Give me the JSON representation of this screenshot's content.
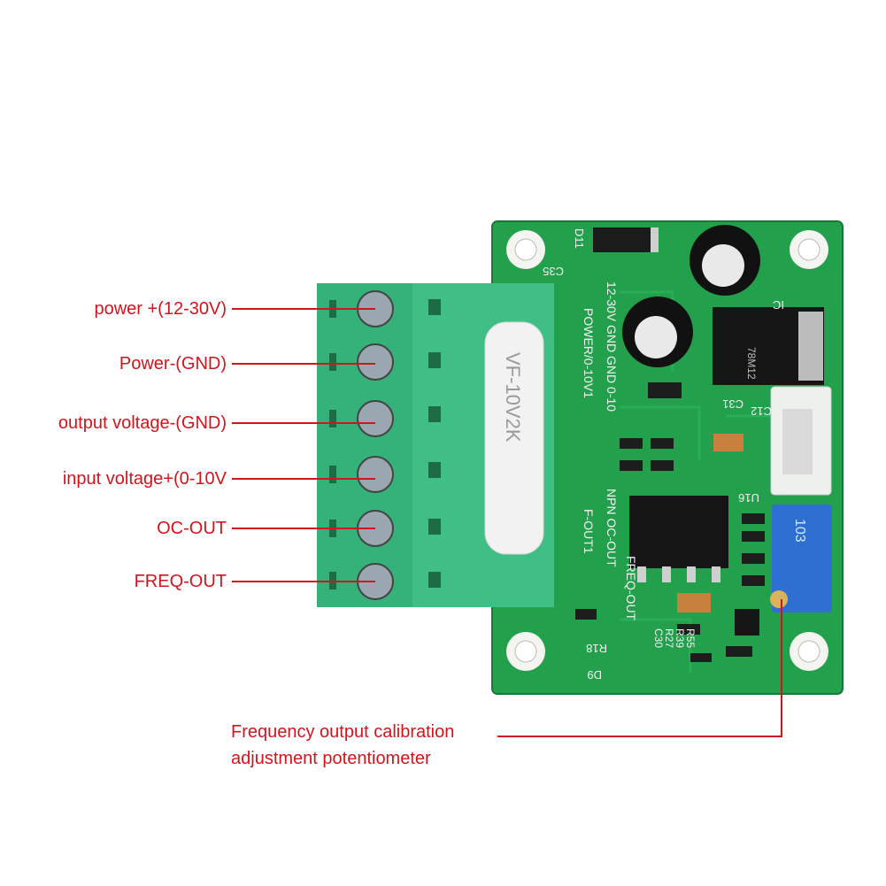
{
  "labels": [
    {
      "id": "power-plus",
      "text": "power +(12-30V)"
    },
    {
      "id": "power-gnd",
      "text": "Power-(GND)"
    },
    {
      "id": "output-voltage-gnd",
      "text": "output voltage-(GND)"
    },
    {
      "id": "input-voltage",
      "text": "input voltage+(0-10V"
    },
    {
      "id": "oc-out",
      "text": "OC-OUT"
    },
    {
      "id": "freq-out",
      "text": "FREQ-OUT"
    }
  ],
  "callout": {
    "line1": "Frequency output calibration",
    "line2": "adjustment potentiometer"
  },
  "board": {
    "silkscreen": {
      "header": "12-30V GND GND 0-10",
      "power_line": "POWER/0-10V1",
      "oc_out": "NPN OC-OUT",
      "freq_out": "FREQ-OUT",
      "f_out": "F-OUT1",
      "module_name": "VF-10V2K",
      "d11": "D11",
      "c35": "C35",
      "c31": "C31",
      "c12": "C12",
      "u16": "U16",
      "ic": "IC",
      "d9": "D9",
      "r18": "R18",
      "r39": "R39",
      "r55": "R55",
      "r27": "R27",
      "c30": "C30",
      "regulator": "78M12",
      "trimmer": "103"
    },
    "colors": {
      "pcb": "#1fa04a",
      "terminal": "#33b07a",
      "label_red": "#d4141c"
    }
  }
}
